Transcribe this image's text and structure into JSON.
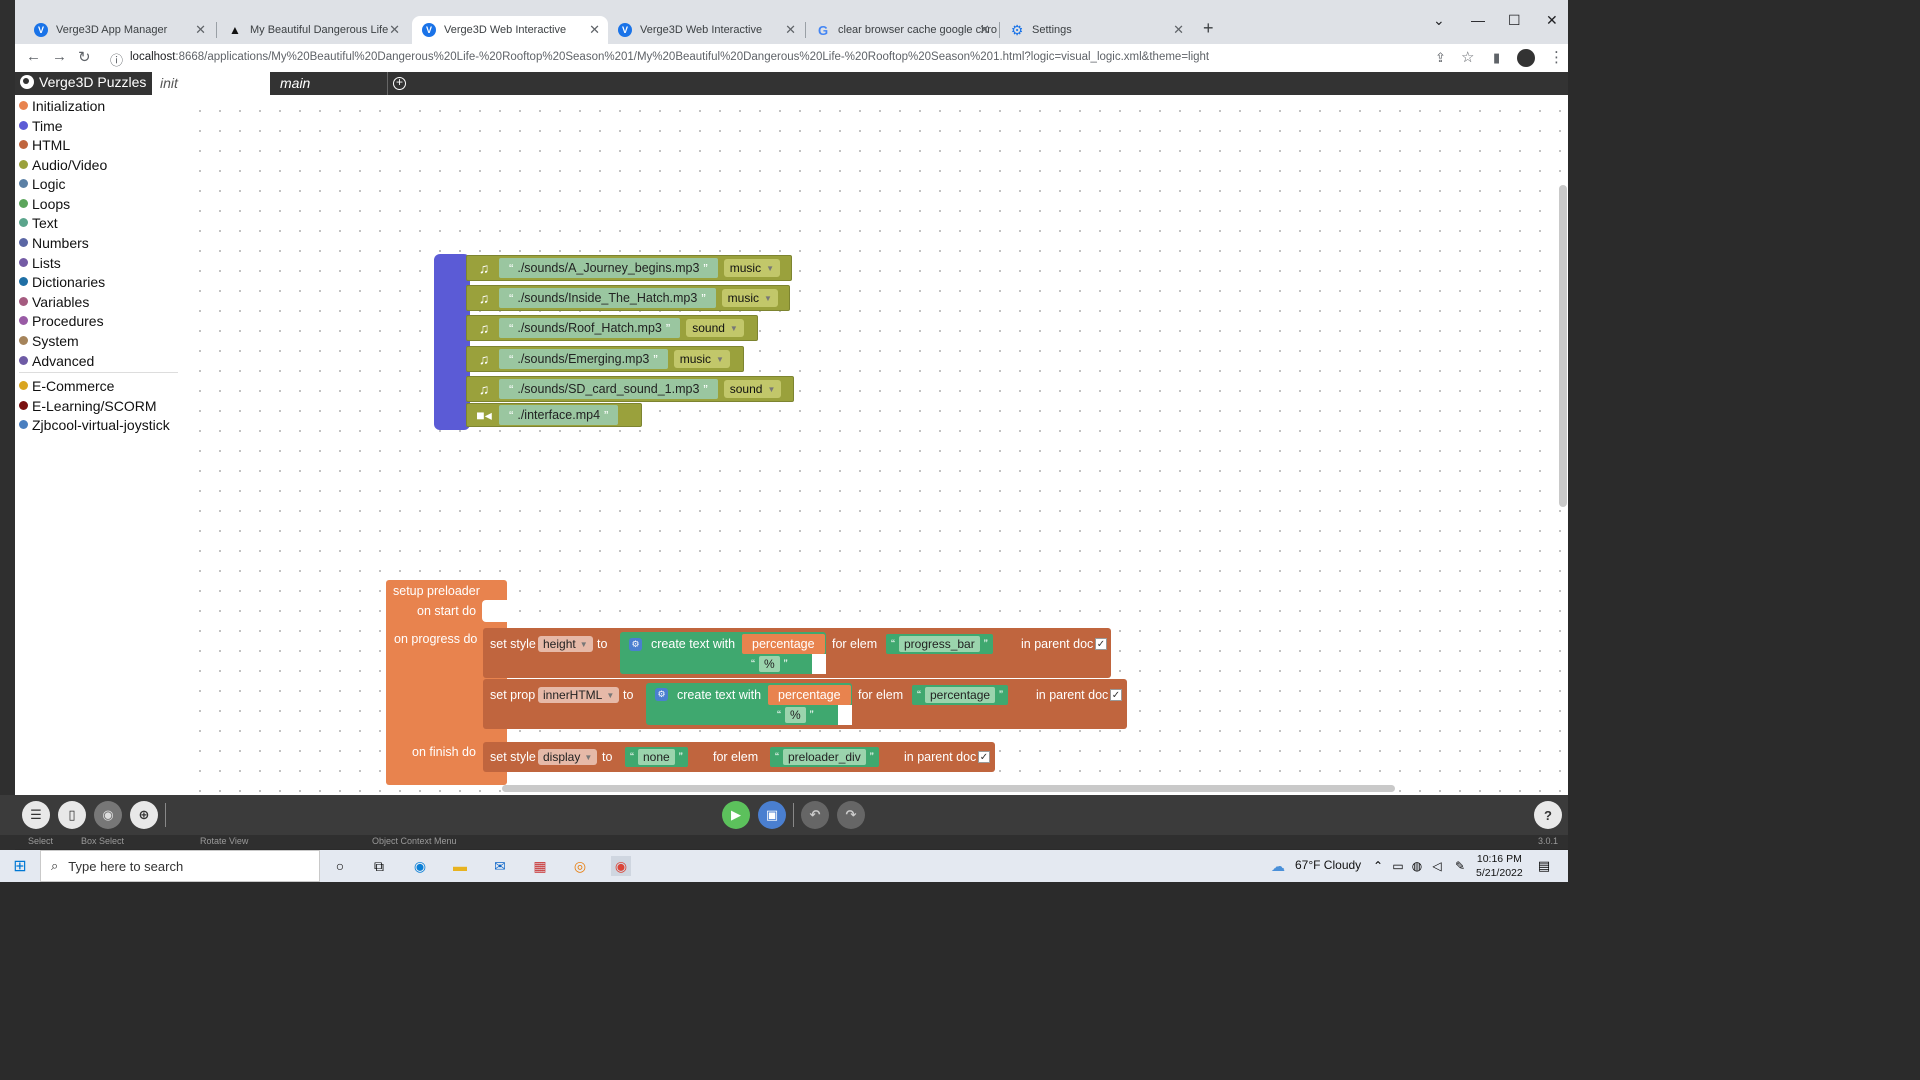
{
  "browser": {
    "tabs": [
      {
        "title": "Verge3D App Manager",
        "icon": "verge3d-icon",
        "active": false
      },
      {
        "title": "My Beautiful Dangerous Life",
        "icon": "artstation-icon",
        "active": false
      },
      {
        "title": "Verge3D Web Interactive",
        "icon": "verge3d-icon",
        "active": true
      },
      {
        "title": "Verge3D Web Interactive",
        "icon": "verge3d-icon",
        "active": false
      },
      {
        "title": "clear browser cache google chro",
        "icon": "google-icon",
        "active": false
      },
      {
        "title": "Settings",
        "icon": "gear-icon",
        "active": false
      }
    ],
    "url_host": "localhost",
    "url_rest": ":8668/applications/My%20Beautiful%20Dangerous%20Life-%20Rooftop%20Season%201/My%20Beautiful%20Dangerous%20Life-%20Rooftop%20Season%201.html?logic=visual_logic.xml&theme=light"
  },
  "app": {
    "title": "Verge3D Puzzles",
    "tab_init": "init",
    "tab_main": "main"
  },
  "toolbox": {
    "categories": [
      {
        "label": "Initialization",
        "color": "#e8834e"
      },
      {
        "label": "Time",
        "color": "#5b5bd6"
      },
      {
        "label": "HTML",
        "color": "#c0653e"
      },
      {
        "label": "Audio/Video",
        "color": "#9aa13c"
      },
      {
        "label": "Logic",
        "color": "#5b80a5"
      },
      {
        "label": "Loops",
        "color": "#5ba55b"
      },
      {
        "label": "Text",
        "color": "#5ba58c"
      },
      {
        "label": "Numbers",
        "color": "#5b67a5"
      },
      {
        "label": "Lists",
        "color": "#745ba5"
      },
      {
        "label": "Dictionaries",
        "color": "#1f6fa5"
      },
      {
        "label": "Variables",
        "color": "#a55b80"
      },
      {
        "label": "Procedures",
        "color": "#995ba5"
      },
      {
        "label": "System",
        "color": "#a5845b"
      },
      {
        "label": "Advanced",
        "color": "#6e5ba5"
      }
    ],
    "plugins": [
      {
        "label": "E-Commerce",
        "color": "#d9a520"
      },
      {
        "label": "E-Learning/SCORM",
        "color": "#7a1010"
      },
      {
        "label": "Zjbcool-virtual-joystick",
        "color": "#4a7fc0"
      }
    ]
  },
  "media_blocks": [
    {
      "file": "./sounds/A_Journey_begins.mp3",
      "type": "music"
    },
    {
      "file": "./sounds/Inside_The_Hatch.mp3",
      "type": "music"
    },
    {
      "file": "./sounds/Roof_Hatch.mp3",
      "type": "sound"
    },
    {
      "file": "./sounds/Emerging.mp3",
      "type": "music"
    },
    {
      "file": "./sounds/SD_card_sound_1.mp3",
      "type": "sound"
    }
  ],
  "video_block": {
    "file": "./interface.mp4"
  },
  "preloader": {
    "title": "setup preloader",
    "on_start": "on start do",
    "on_progress": "on progress do",
    "on_finish": "on finish do",
    "row1": {
      "prefix": "set style",
      "prop": "height",
      "to": "to",
      "create": "create text with",
      "var": "percentage",
      "suffix": "%",
      "for_elem": "for elem",
      "elem": "progress_bar",
      "in_parent": "in parent doc"
    },
    "row2": {
      "prefix": "set prop",
      "prop": "innerHTML",
      "to": "to",
      "create": "create text with",
      "var": "percentage",
      "suffix": "%",
      "for_elem": "for elem",
      "elem": "percentage",
      "in_parent": "in parent doc"
    },
    "row3": {
      "prefix": "set style",
      "prop": "display",
      "to": "to",
      "value": "none",
      "for_elem": "for elem",
      "elem": "preloader_div",
      "in_parent": "in parent doc"
    }
  },
  "status_bar": {
    "select": "Select",
    "box_select": "Box Select",
    "rotate": "Rotate View",
    "context": "Object Context Menu",
    "version": "3.0.1"
  },
  "taskbar": {
    "search_placeholder": "Type here to search",
    "weather": "67°F  Cloudy",
    "time": "10:16 PM",
    "date": "5/21/2022"
  }
}
